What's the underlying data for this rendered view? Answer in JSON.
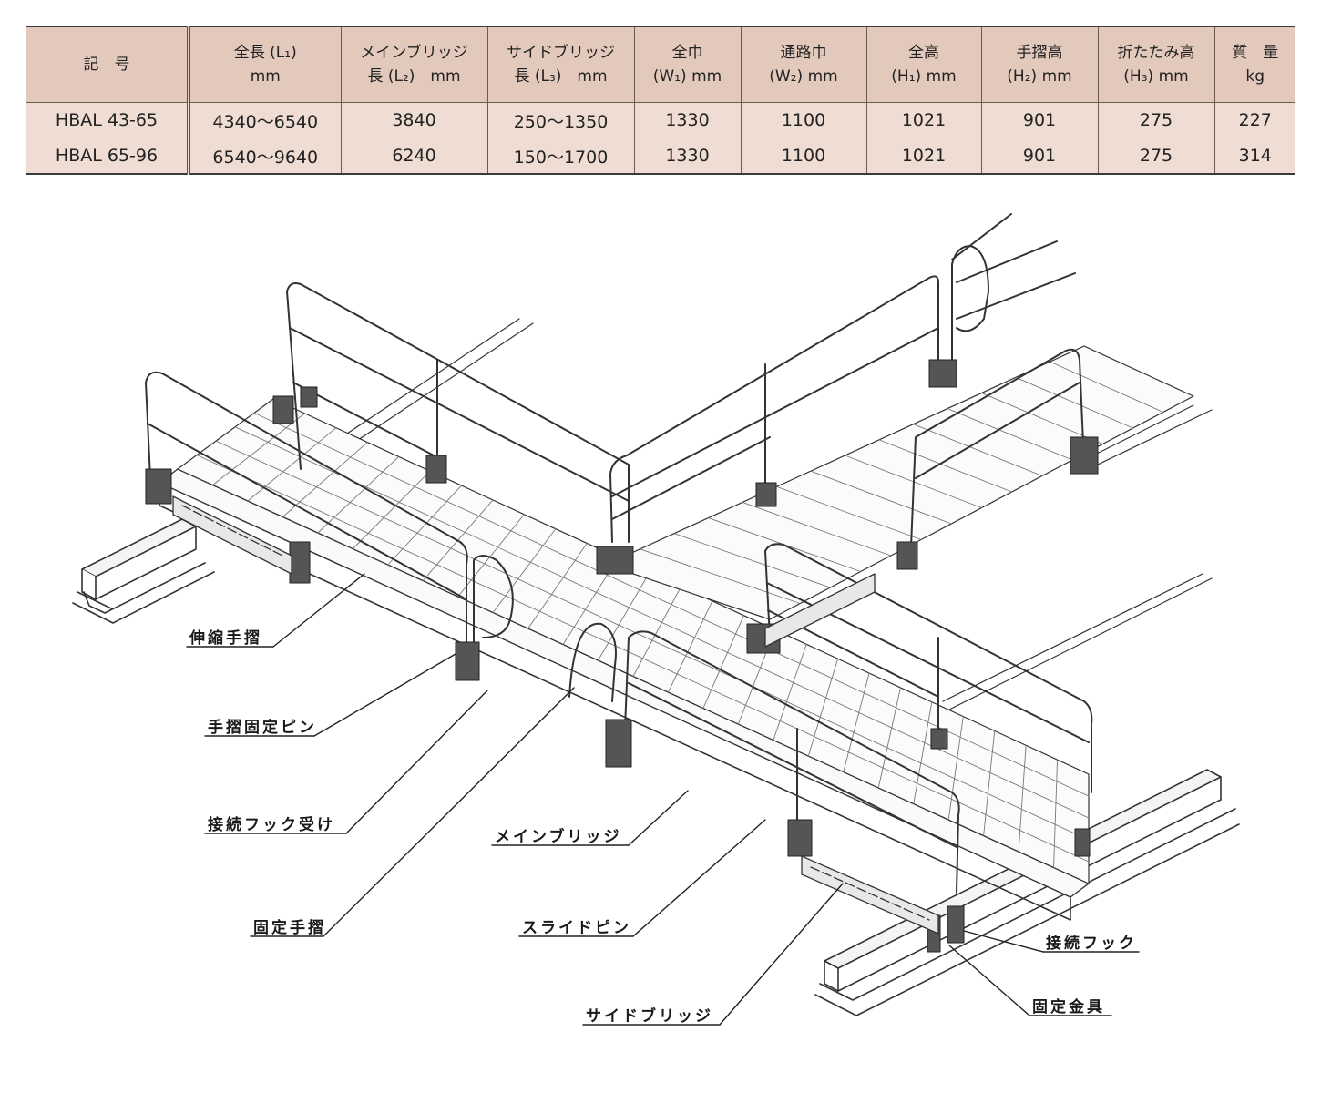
{
  "table": {
    "headers": [
      [
        "記　号"
      ],
      [
        "全長 (L₁)",
        "mm"
      ],
      [
        "メインブリッジ",
        "長 (L₂)　mm"
      ],
      [
        "サイドブリッジ",
        "長 (L₃)　mm"
      ],
      [
        "全巾",
        "(W₁) mm"
      ],
      [
        "通路巾",
        "(W₂) mm"
      ],
      [
        "全高",
        "(H₁) mm"
      ],
      [
        "手摺高",
        "(H₂) mm"
      ],
      [
        "折たたみ高",
        "(H₃) mm"
      ],
      [
        "質　量",
        "kg"
      ]
    ],
    "rows": [
      [
        "HBAL 43-65",
        "4340〜6540",
        "3840",
        "250〜1350",
        "1330",
        "1100",
        "1021",
        "901",
        "275",
        "227"
      ],
      [
        "HBAL 65-96",
        "6540〜9640",
        "6240",
        "150〜1700",
        "1330",
        "1100",
        "1021",
        "901",
        "275",
        "314"
      ]
    ]
  },
  "diagram": {
    "labels": {
      "extend_handrail": "伸縮手摺",
      "handrail_pin": "手摺固定ピン",
      "hook_receiver": "接続フック受け",
      "fixed_handrail": "固定手摺",
      "main_bridge": "メインブリッジ",
      "slide_pin": "スライドピン",
      "side_bridge": "サイドブリッジ",
      "connect_hook": "接続フック",
      "fixing_bracket": "固定金具"
    }
  }
}
